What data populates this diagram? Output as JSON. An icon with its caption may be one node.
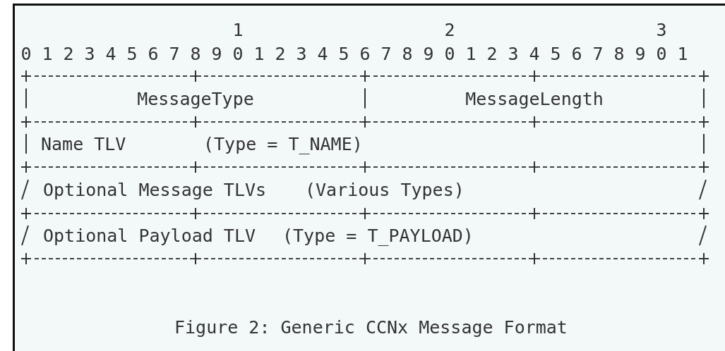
{
  "diagram": {
    "caption": "Figure 2: Generic CCNx Message Format",
    "nodes": [
      {
        "text": [
          "MessageType"
        ]
      },
      {
        "text": [
          "MessageLength"
        ]
      },
      {
        "text": [
          "Name TLV",
          "(Type = T_NAME)"
        ]
      },
      {
        "text": [
          "Optional Message TLVs",
          "(Various Types)"
        ]
      },
      {
        "text": [
          "Optional Payload TLV",
          "(Type = T_PAYLOAD)"
        ]
      }
    ],
    "labels": [
      "1",
      "2",
      "3",
      "0",
      "1",
      "2",
      "3",
      "4",
      "5",
      "6",
      "7",
      "8",
      "9",
      "0",
      "1",
      "2",
      "3",
      "4",
      "5",
      "6",
      "7",
      "8",
      "9",
      "0",
      "1",
      "2",
      "3",
      "4",
      "5",
      "6",
      "7",
      "8",
      "9",
      "0",
      "1"
    ]
  }
}
